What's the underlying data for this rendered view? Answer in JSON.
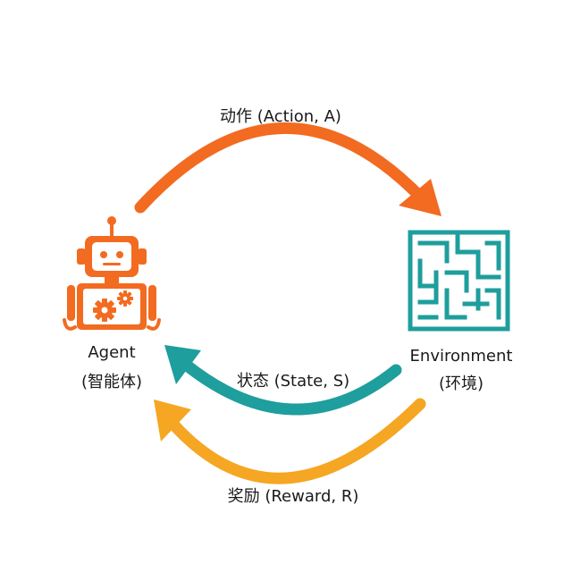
{
  "colors": {
    "action": "#F26B21",
    "state": "#1E9E9C",
    "reward": "#F5A623",
    "robot": "#F26B21",
    "maze": "#1E9E9C"
  },
  "icons": {
    "agent": "robot-icon",
    "environment": "maze-icon"
  },
  "agent": {
    "name": "Agent",
    "subtitle": "(智能体)"
  },
  "environment": {
    "name": "Environment",
    "subtitle": "(环境)"
  },
  "arrows": {
    "action": "动作 (Action, A)",
    "state": "状态 (State, S)",
    "reward": "奖励 (Reward, R)"
  }
}
